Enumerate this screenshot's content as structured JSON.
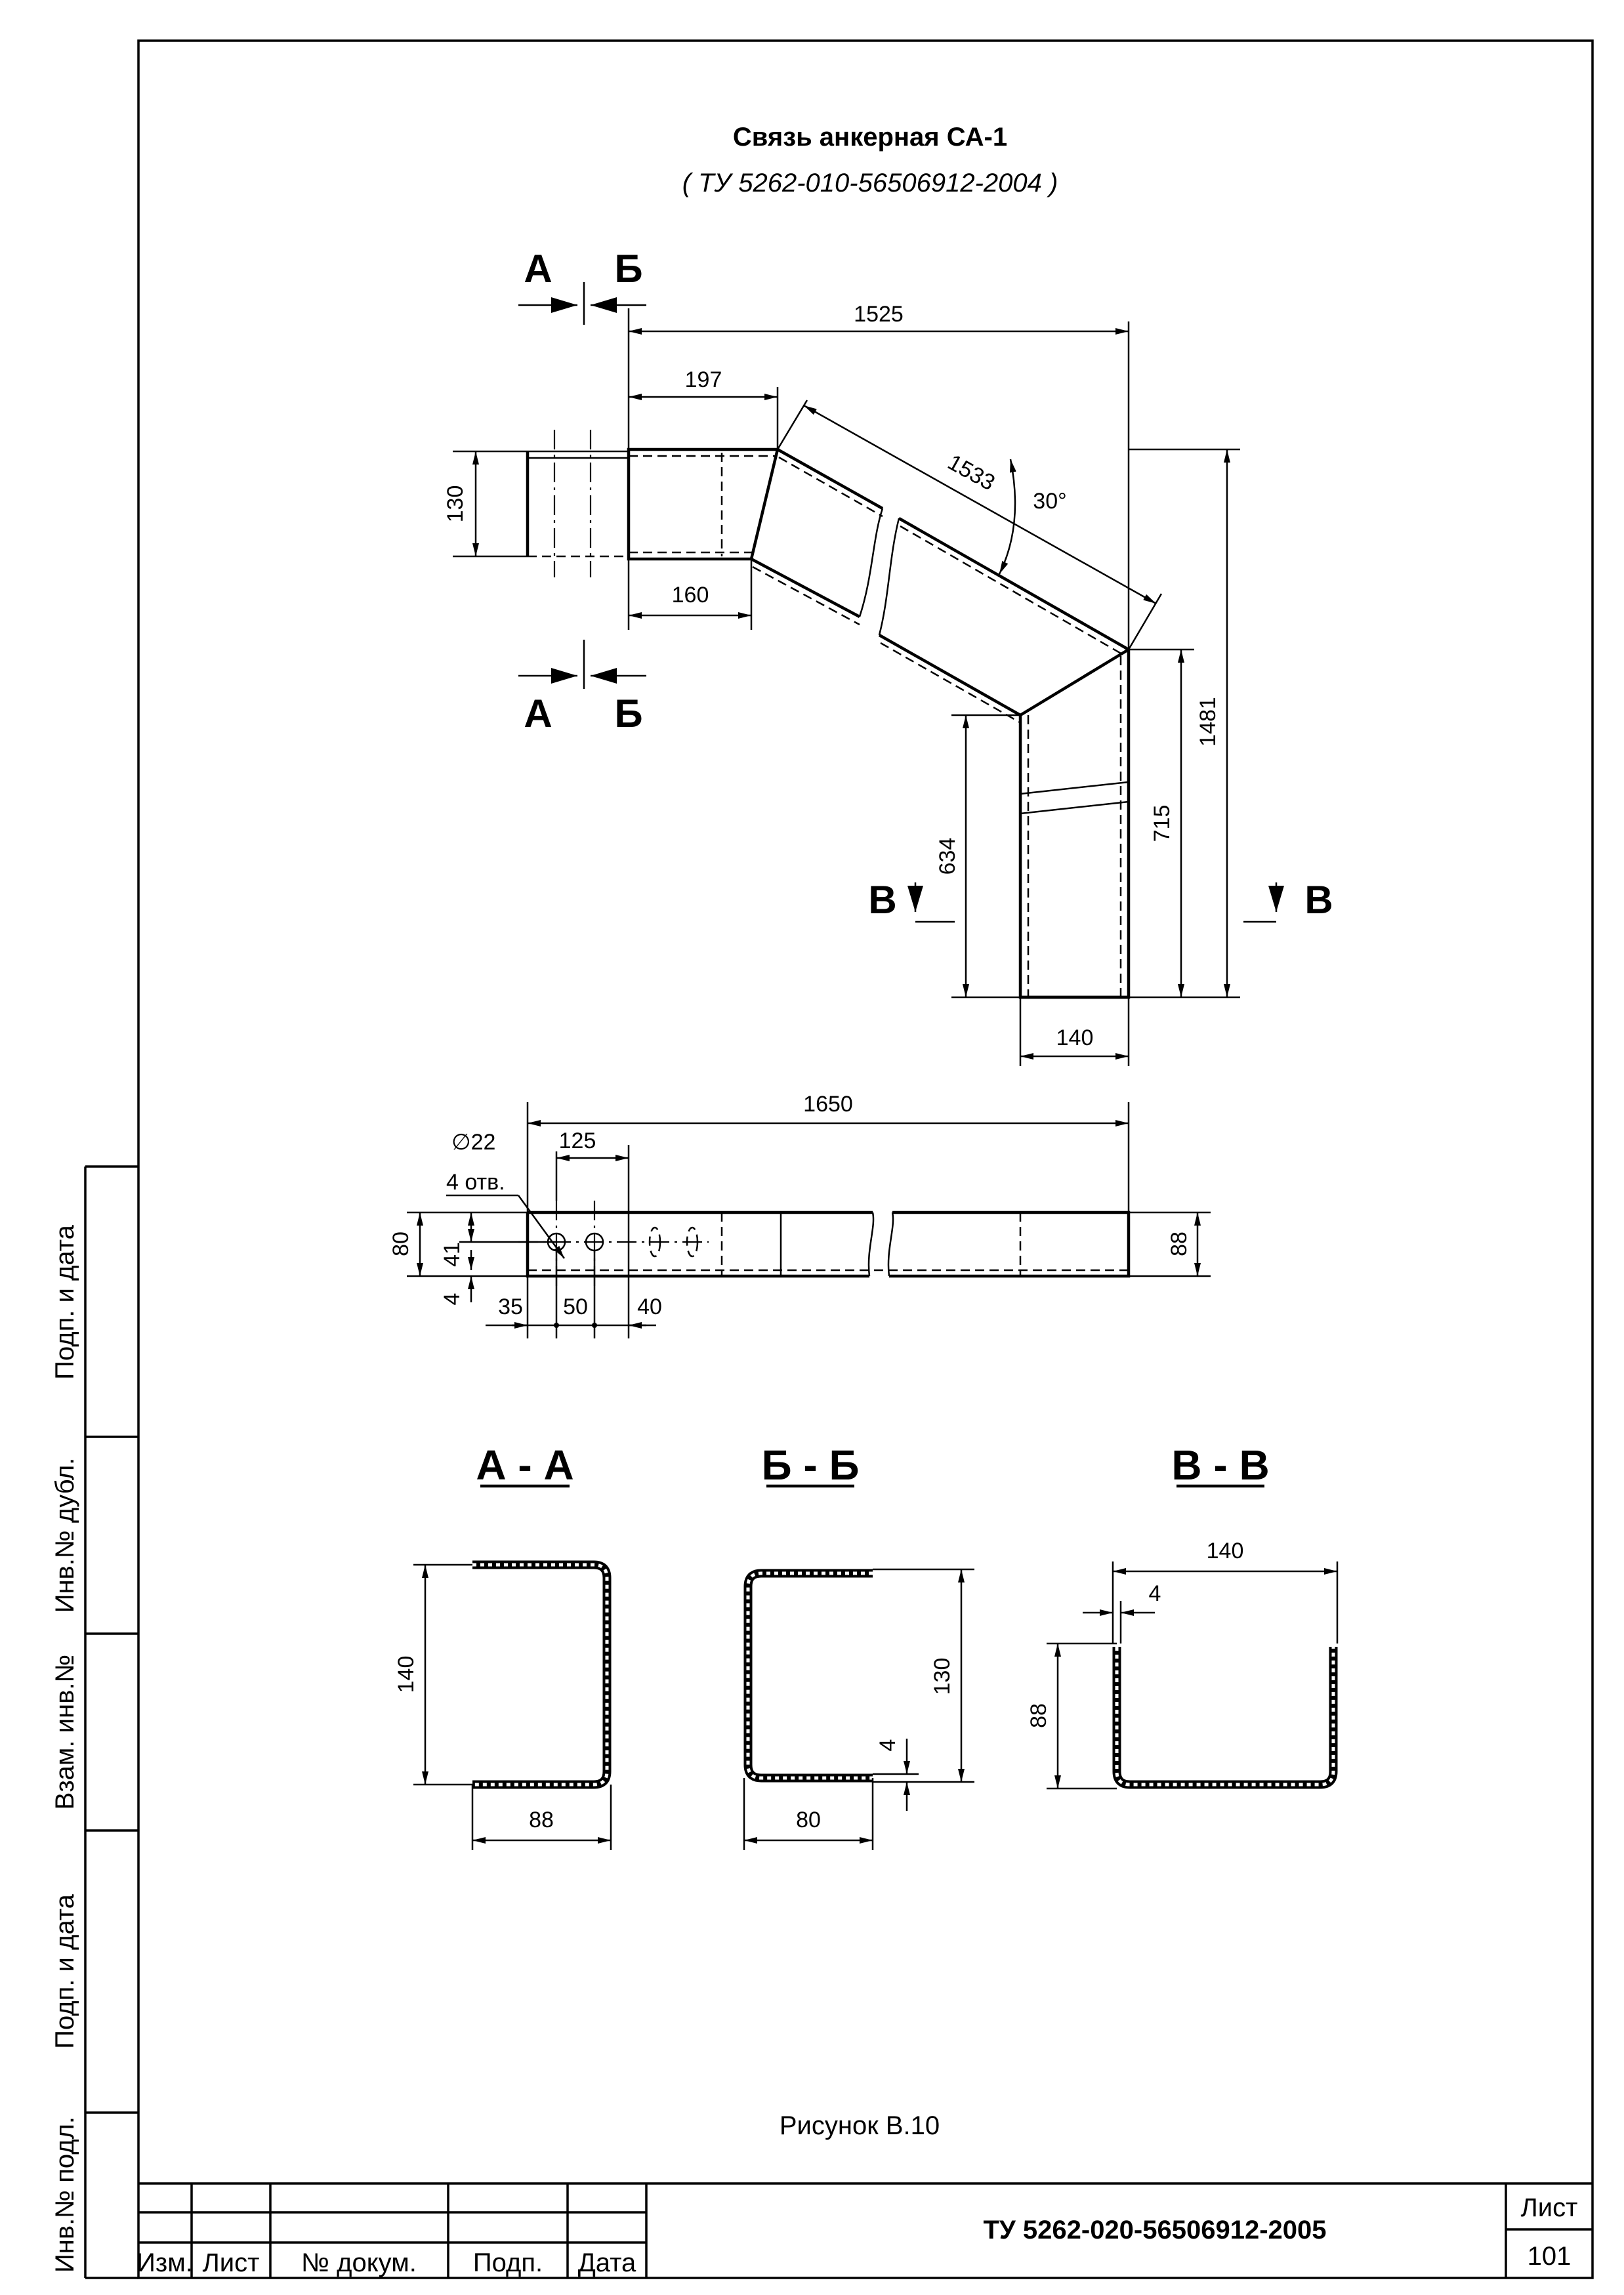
{
  "header": {
    "title": "Связь анкерная  СА-1",
    "subtitle": "(  ТУ 5262-010-56506912-2004 )"
  },
  "view_top": {
    "sec_a_left": "А",
    "sec_b_left": "Б",
    "sec_a_bottom": "А",
    "sec_b_bottom": "Б",
    "sec_v_left": "В",
    "sec_v_right": "В",
    "dim_1525": "1525",
    "dim_197": "197",
    "dim_1533": "1533",
    "dim_30deg": "30°",
    "dim_130": "130",
    "dim_160": "160",
    "dim_1481": "1481",
    "dim_715": "715",
    "dim_634": "634",
    "dim_140": "140"
  },
  "view_side": {
    "dim_1650": "1650",
    "dim_125": "125",
    "hole_diam": "∅22",
    "hole_count": "4 отв.",
    "dim_80": "80",
    "dim_41": "41",
    "dim_4": "4",
    "dim_35": "35",
    "dim_50": "50",
    "dim_40": "40",
    "dim_88": "88"
  },
  "sections": {
    "aa": {
      "label": "А - А",
      "height": "140",
      "width": "88"
    },
    "bb": {
      "label": "Б - Б",
      "height": "130",
      "thickness": "4",
      "width": "80"
    },
    "vv": {
      "label": "В - В",
      "width": "140",
      "thickness": "4",
      "height": "88"
    }
  },
  "figure_caption": "Рисунок В.10",
  "side_stamp": {
    "podp_data_1": "Подп. и дата",
    "inv_dubl": "Инв.№ дубл.",
    "vzam_inv": "Взам. инв.№",
    "podp_data_2": "Подп. и дата",
    "inv_podl": "Инв.№ подл."
  },
  "title_block": {
    "col_izm": "Изм.",
    "col_list": "Лист",
    "col_dokum": "№ докум.",
    "col_podp": "Подп.",
    "col_data": "Дата",
    "doc_number": "ТУ 5262-020-56506912-2005",
    "sheet_label": "Лист",
    "sheet_number": "101"
  }
}
